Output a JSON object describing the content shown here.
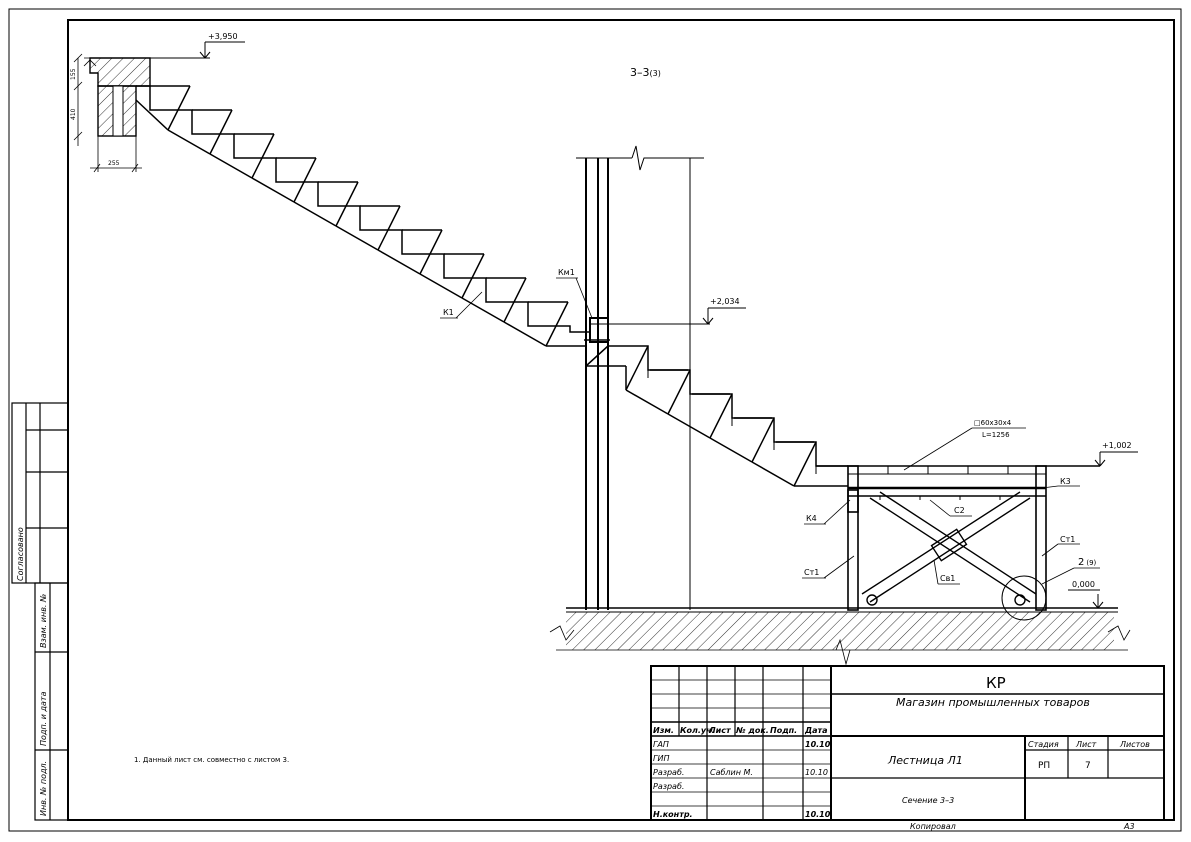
{
  "section_title": "3–3",
  "section_ref": "(3)",
  "elevations": {
    "top": "+3,950",
    "landing": "+2,034",
    "platform": "+1,002",
    "ground": "0,000"
  },
  "labels": {
    "k1": "К1",
    "km1": "Км1",
    "k3": "К3",
    "k4": "К4",
    "c2": "С2",
    "cv1": "Св1",
    "ct1_right": "Ст1",
    "ct1_left": "Ст1",
    "profile_line1": "□60х30х4",
    "profile_line2": "L=1256",
    "node": "2",
    "node_ref": "(9)"
  },
  "dims": {
    "d1": "155",
    "d2": "410",
    "d3": "255"
  },
  "note": "1. Данный лист см. совместно с листом 3.",
  "margin": {
    "soglasovano": "Согласовано",
    "vzam_inv": "Взам. инв. №",
    "podp_data": "Подп. и дата",
    "inv_podl": "Инв. № подл."
  },
  "title_block": {
    "code": "КР",
    "project": "Магазин промышленных товаров",
    "headers": [
      "Изм.",
      "Кол.уч.",
      "Лист",
      "№ док.",
      "Подп.",
      "Дата"
    ],
    "rows": [
      {
        "role": "ГАП",
        "name": "",
        "date": "10.10"
      },
      {
        "role": "ГИП",
        "name": "",
        "date": ""
      },
      {
        "role": "Разраб.",
        "name": "Саблин М.",
        "date": "10.10"
      },
      {
        "role": "Разраб.",
        "name": "",
        "date": ""
      },
      {
        "role": "",
        "name": "",
        "date": ""
      },
      {
        "role": "Н.контр.",
        "name": "",
        "date": "10.10"
      }
    ],
    "drawing_name": "Лестница Л1",
    "sheet_name": "Сечение 3–3",
    "stage_label": "Стадия",
    "sheet_label": "Лист",
    "sheets_label": "Листов",
    "stage": "РП",
    "sheet_no": "7",
    "sheets_total": ""
  },
  "footer": {
    "copied": "Копировал",
    "format": "А3"
  }
}
